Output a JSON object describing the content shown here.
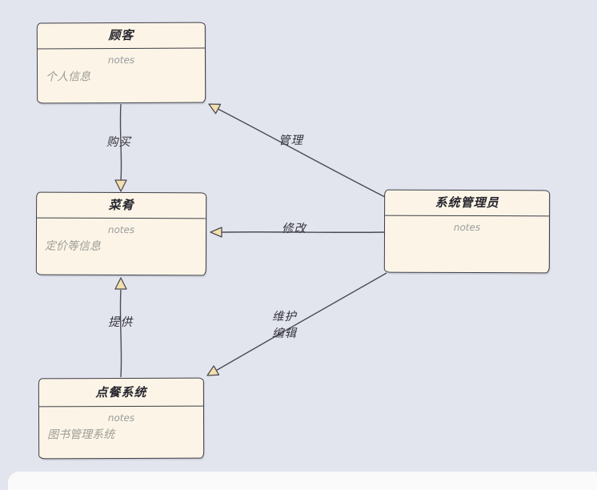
{
  "diagram": {
    "type": "uml-sketch-diagram",
    "colors": {
      "background": "#e3e5ee",
      "node_fill": "#fcf5e7",
      "node_border": "#3c3c46",
      "edge_line": "#4b4b53",
      "arrowhead_fill": "#f4dfae",
      "muted_text": "#9b9b9f"
    }
  },
  "nodes": {
    "customer": {
      "title": "顾客",
      "notes": "notes",
      "detail": "个人信息"
    },
    "dishes": {
      "title": "菜肴",
      "notes": "notes",
      "detail": "定价等信息"
    },
    "ordering_system": {
      "title": "点餐系统",
      "notes": "notes",
      "detail": "图书管理系统"
    },
    "admin": {
      "title": "系统管理员",
      "notes": "notes"
    }
  },
  "edges": {
    "purchase": {
      "label": "购买",
      "from": "customer",
      "to": "dishes"
    },
    "manage": {
      "label": "管理",
      "from": "admin",
      "to": "customer"
    },
    "modify": {
      "label": "修改",
      "from": "admin",
      "to": "dishes"
    },
    "provide": {
      "label": "提供",
      "from": "ordering_system",
      "to": "dishes"
    },
    "maintain_edit": {
      "label_line1": "维护",
      "label_line2": "编辑",
      "from": "admin",
      "to": "ordering_system"
    }
  }
}
